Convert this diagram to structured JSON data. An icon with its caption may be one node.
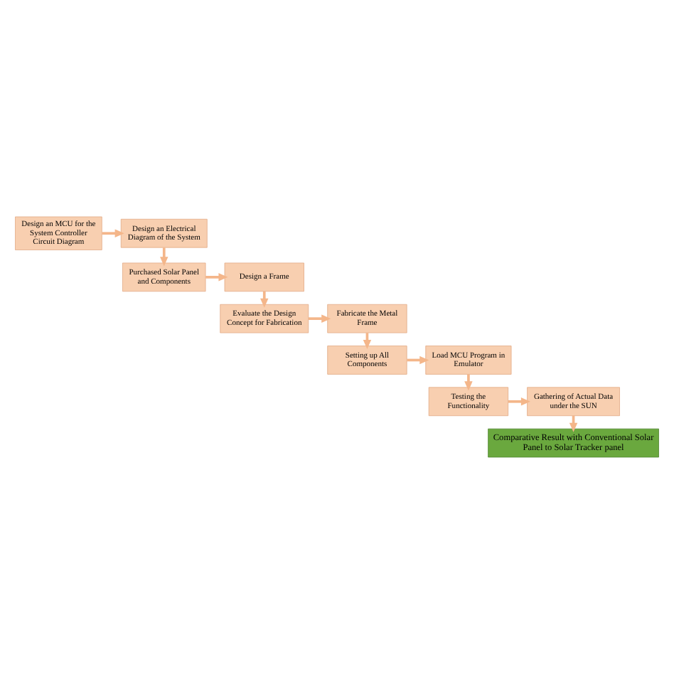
{
  "diagram": {
    "nodes": [
      {
        "text": [
          "Design an MCU for the System Controller Circuit Diagram"
        ]
      },
      {
        "text": [
          "Design an Electrical Diagram of the System"
        ]
      },
      {
        "text": [
          "Design a Frame"
        ]
      },
      {
        "text": [
          "Purchased Solar Panel and Components"
        ]
      },
      {
        "text": [
          "Evaluate the Design Concept for Fabrication"
        ]
      },
      {
        "text": [
          "Fabricate the Metal Frame"
        ]
      },
      {
        "text": [
          "Load MCU Program in Emulator"
        ]
      },
      {
        "text": [
          "Setting up All Components"
        ]
      },
      {
        "text": [
          "Testing the Functionality"
        ]
      },
      {
        "text": [
          "Gathering of Actual Data under the SUN"
        ]
      },
      {
        "text": [
          "Comparative Result with Conventional Solar Panel to Solar Tracker panel"
        ]
      }
    ],
    "edges": [
      {
        "from": 0,
        "to": 1,
        "arrow": "to"
      },
      {
        "from": 1,
        "to": 3,
        "arrow": "to"
      },
      {
        "from": 3,
        "to": 2,
        "arrow": "to"
      },
      {
        "from": 2,
        "to": 4,
        "arrow": "to"
      },
      {
        "from": 4,
        "to": 5,
        "arrow": "to"
      },
      {
        "from": 5,
        "to": 7,
        "arrow": "to"
      },
      {
        "from": 7,
        "to": 6,
        "arrow": "to"
      },
      {
        "from": 6,
        "to": 8,
        "arrow": "to"
      },
      {
        "from": 8,
        "to": 9,
        "arrow": "to"
      },
      {
        "from": 9,
        "to": 10,
        "arrow": "to"
      }
    ]
  }
}
